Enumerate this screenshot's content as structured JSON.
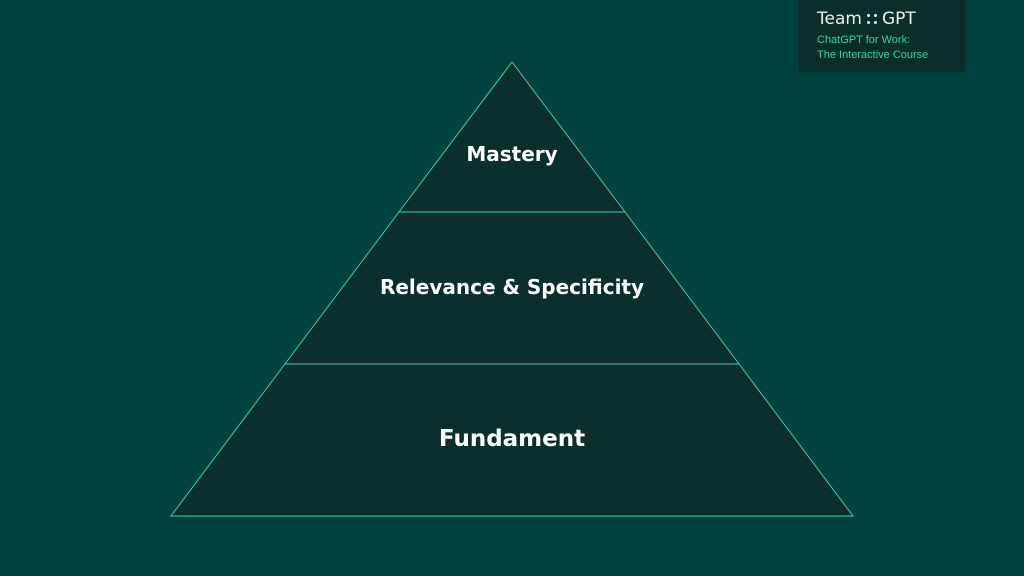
{
  "colors": {
    "background": "#004240",
    "pyramid_fill": "#0b2f2c",
    "pyramid_edge": "#3ecf9c",
    "brand_box": "#0b2e2a",
    "brand_title": "#e9f1ef",
    "brand_subtitle": "#33d69c"
  },
  "brand": {
    "title_left": "Team",
    "title_right": "GPT",
    "separator_icon": "four-dot-icon",
    "subtitle_line1": "ChatGPT for Work:",
    "subtitle_line2": "The Interactive Course"
  },
  "pyramid": {
    "levels": [
      {
        "label": "Mastery"
      },
      {
        "label": "Relevance & Specificity"
      },
      {
        "label": "Fundament"
      }
    ]
  }
}
